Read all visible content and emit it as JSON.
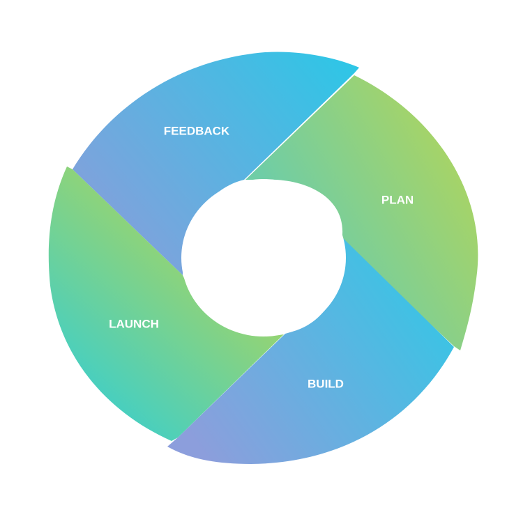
{
  "diagram": {
    "segments": [
      {
        "id": "feedback",
        "label": "FEEDBACK",
        "colors": [
          "#7fa2dc",
          "#2ec6e6"
        ]
      },
      {
        "id": "plan",
        "label": "PLAN",
        "colors": [
          "#6fcda6",
          "#a9d464"
        ]
      },
      {
        "id": "build",
        "label": "BUILD",
        "colors": [
          "#8c9edc",
          "#3ec2e4"
        ]
      },
      {
        "id": "launch",
        "label": "LAUNCH",
        "colors": [
          "#48cfbf",
          "#9ad46e"
        ]
      }
    ],
    "background": "#ffffff"
  }
}
